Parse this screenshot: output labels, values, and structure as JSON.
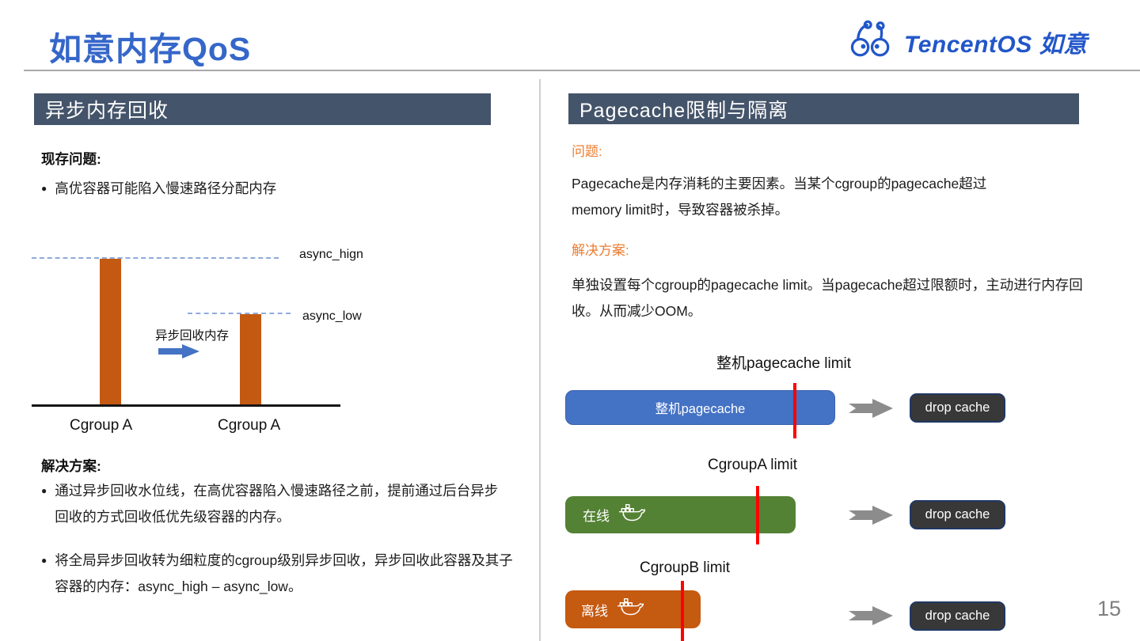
{
  "header": {
    "title": "如意内存QoS",
    "logo_text": "TencentOS 如意"
  },
  "colors": {
    "brand_blue": "#3566C9",
    "section_header_slate": "#44546A",
    "bar_blue": "#4472C4",
    "bar_green": "#548235",
    "bar_orange": "#C45911",
    "limit_line_red": "#FF0000",
    "label_orange": "#ED7D31"
  },
  "left": {
    "section_title": "异步内存回收",
    "problem_heading": "现存问题:",
    "problem_bullet": "高优容器可能陷入慢速路径分配内存",
    "diagram": {
      "high_watermark_label": "async_hign",
      "low_watermark_label": "async_low",
      "arrow_label": "异步回收内存",
      "bar1_label": "Cgroup A",
      "bar2_label": "Cgroup A"
    },
    "solution_heading": "解决方案:",
    "solution_bullets": [
      "通过异步回收水位线，在高优容器陷入慢速路径之前，提前通过后台异步回收的方式回收低优先级容器的内存。",
      "将全局异步回收转为细粒度的cgroup级别异步回收，异步回收此容器及其子容器的内存：async_high – async_low。"
    ]
  },
  "right": {
    "section_title": "Pagecache限制与隔离",
    "problem_label": "问题:",
    "problem_text": "Pagecache是内存消耗的主要因素。当某个cgroup的pagecache超过memory limit时，导致容器被杀掉。",
    "solution_label": "解决方案:",
    "solution_text": "单独设置每个cgroup的pagecache limit。当pagecache超过限额时，主动进行内存回收。从而减少OOM。",
    "rows": [
      {
        "limit_label": "整机pagecache limit",
        "bar_label": "整机pagecache",
        "action_label": "drop cache"
      },
      {
        "limit_label": "CgroupA limit",
        "bar_label": "在线",
        "action_label": "drop cache"
      },
      {
        "limit_label": "CgroupB limit",
        "bar_label": "离线",
        "action_label": "drop cache"
      }
    ]
  },
  "footer": {
    "page_number": "15"
  }
}
